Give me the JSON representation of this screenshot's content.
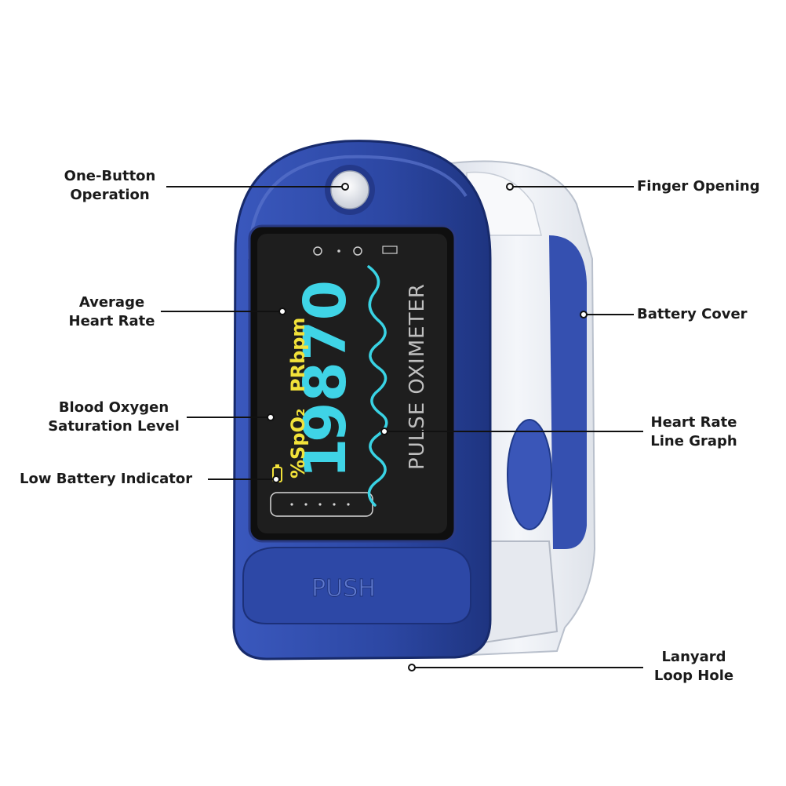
{
  "colors": {
    "body_blue": "#2f4aa8",
    "body_blue_dark": "#1f3684",
    "body_white": "#eef1f6",
    "screen_bg": "#1c1c1c",
    "display_cyan": "#3fd4e6",
    "display_yellow": "#f2e23a",
    "waveform_cyan": "#39d3e4",
    "leader_line": "#111111"
  },
  "device": {
    "display_spo2": "98",
    "display_spo2_prefix": "1",
    "display_pr": "70",
    "display_spo2_label": "%SpO₂",
    "display_pr_label": "PRbpm",
    "brand_text": "PULSE OXIMETER",
    "push_label": "PUSH"
  },
  "callouts": {
    "one_button": [
      "One-Button",
      "Operation"
    ],
    "average_heart_rate": [
      "Average",
      "Heart Rate"
    ],
    "blood_oxygen": [
      "Blood Oxygen",
      "Saturation Level"
    ],
    "low_battery": [
      "Low Battery Indicator"
    ],
    "finger_opening": [
      "Finger Opening"
    ],
    "battery_cover": [
      "Battery Cover"
    ],
    "heart_rate_graph": [
      "Heart Rate",
      "Line Graph"
    ],
    "lanyard": [
      "Lanyard",
      "Loop Hole"
    ]
  }
}
